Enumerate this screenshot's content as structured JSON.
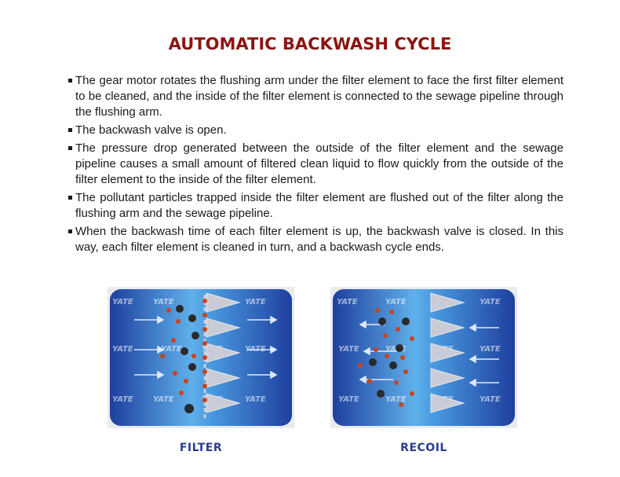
{
  "title": "AUTOMATIC BACKWASH CYCLE",
  "bullets": [
    "The gear motor rotates the flushing arm under the filter element to face the first filter element to be cleaned, and the inside of the filter element is connected to the sewage pipeline through the flushing arm.",
    "The backwash valve is open.",
    "The pressure drop generated between the outside of the filter element and the sewage pipeline causes a small amount of filtered clean liquid to flow quickly from the outside of the filter element to the inside of the filter element.",
    "The pollutant particles trapped inside the filter element are flushed out of the filter along the flushing arm and the sewage pipeline.",
    "When the backwash time of each filter element is up, the backwash valve is closed. In this way, each filter element is cleaned in turn, and a backwash cycle ends."
  ],
  "diagrams": {
    "filter": {
      "caption": "FILTER",
      "flow_direction": "right"
    },
    "recoil": {
      "caption": "RECOIL",
      "flow_direction": "left"
    }
  },
  "watermark": "YATE",
  "colors": {
    "title": "#8b1512",
    "caption": "#2a3d8f",
    "panel_blue_dark": "#1e3f9e",
    "panel_blue_light": "#5fb0ea",
    "particle_dark": "#2a2a2a",
    "particle_red": "#c8431f"
  }
}
